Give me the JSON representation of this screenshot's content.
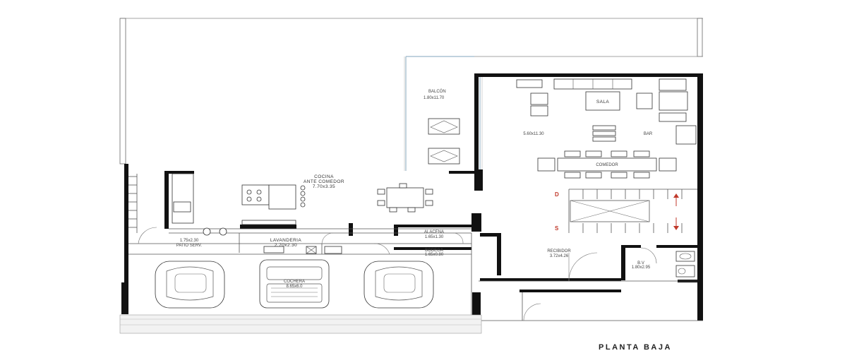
{
  "plan": {
    "title": "PLANTA BAJA",
    "rooms": {
      "balcon_name": "BALCÓN",
      "balcon_dim": "1.80x11.70",
      "sala": "SALA",
      "sala_comedor_dim": "5.60x11.30",
      "bar": "BAR",
      "comedor": "COMEDOR",
      "cocina_1": "COCINA",
      "cocina_2": "ANTE COMEDOR",
      "cocina_dim": "7.70x3.35",
      "patio_dim": "1.75x2.30",
      "patio_name": "PATIO SERV.",
      "lavanderia_name": "LAVANDERIA",
      "lavanderia_dim": "2.70x2.30",
      "alacena_name": "ALACENA",
      "alacena_dim": "1.65x1.30",
      "bodega_name": "BODEGA",
      "bodega_dim": "1.65x0.80",
      "cochera_name": "COCHERA",
      "cochera_dim": "8.65x6.0",
      "recibidor_name": "RECIBIDOR",
      "recibidor_dim": "3.72x4.26",
      "banio_name": "B.V",
      "banio_dim": "1.80x2.95"
    },
    "stairs": {
      "down": "D",
      "up": "S"
    }
  }
}
